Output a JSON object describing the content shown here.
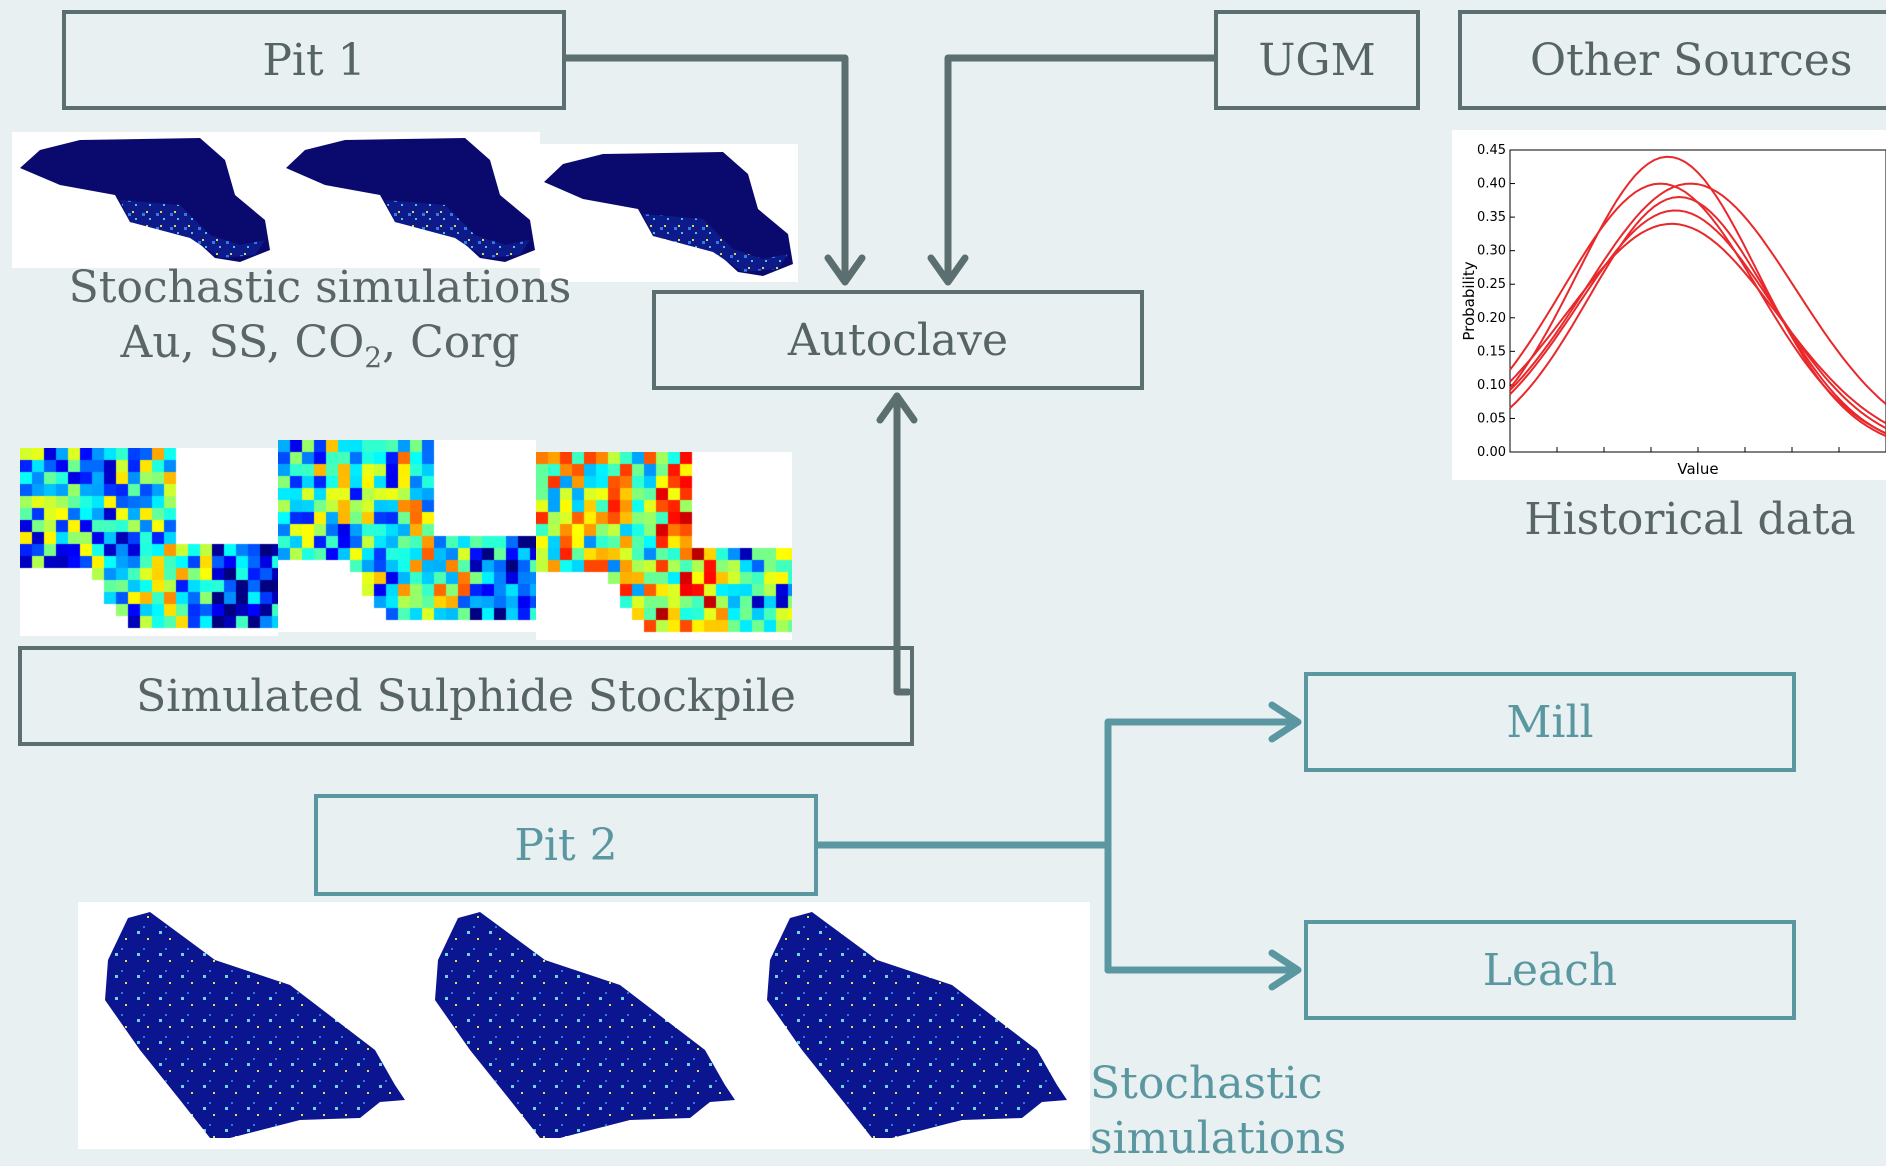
{
  "nodes": {
    "pit1": "Pit 1",
    "ugm": "UGM",
    "other_sources": "Other Sources",
    "autoclave": "Autoclave",
    "stockpile": "Simulated Sulphide Stockpile",
    "pit2": "Pit 2",
    "mill": "Mill",
    "leach": "Leach"
  },
  "captions": {
    "pit1_sims_line1": "Stochastic simulations",
    "pit1_sims_line2_a": "Au, SS, CO",
    "pit1_sims_line2_sub": "2",
    "pit1_sims_line2_b": ", Corg",
    "historical": "Historical data",
    "pit2_sims": "Stochastic simulations"
  },
  "chart_data": {
    "type": "line",
    "xlabel": "Value",
    "ylabel": "Probability",
    "ylim": [
      0,
      0.45
    ],
    "yticks": [
      "0.00",
      "0.05",
      "0.10",
      "0.15",
      "0.20",
      "0.25",
      "0.30",
      "0.35",
      "0.40",
      "0.45"
    ],
    "series": [
      {
        "peak_x": 0.42,
        "peak_y": 0.44
      },
      {
        "peak_x": 0.4,
        "peak_y": 0.4
      },
      {
        "peak_x": 0.48,
        "peak_y": 0.4
      },
      {
        "peak_x": 0.45,
        "peak_y": 0.38
      },
      {
        "peak_x": 0.44,
        "peak_y": 0.36
      },
      {
        "peak_x": 0.43,
        "peak_y": 0.34
      }
    ],
    "line_color": "#e8282b"
  },
  "colors": {
    "dark_line": "#5b6e70",
    "teal_line": "#5b97a1",
    "navy": "#0a0a6e"
  }
}
